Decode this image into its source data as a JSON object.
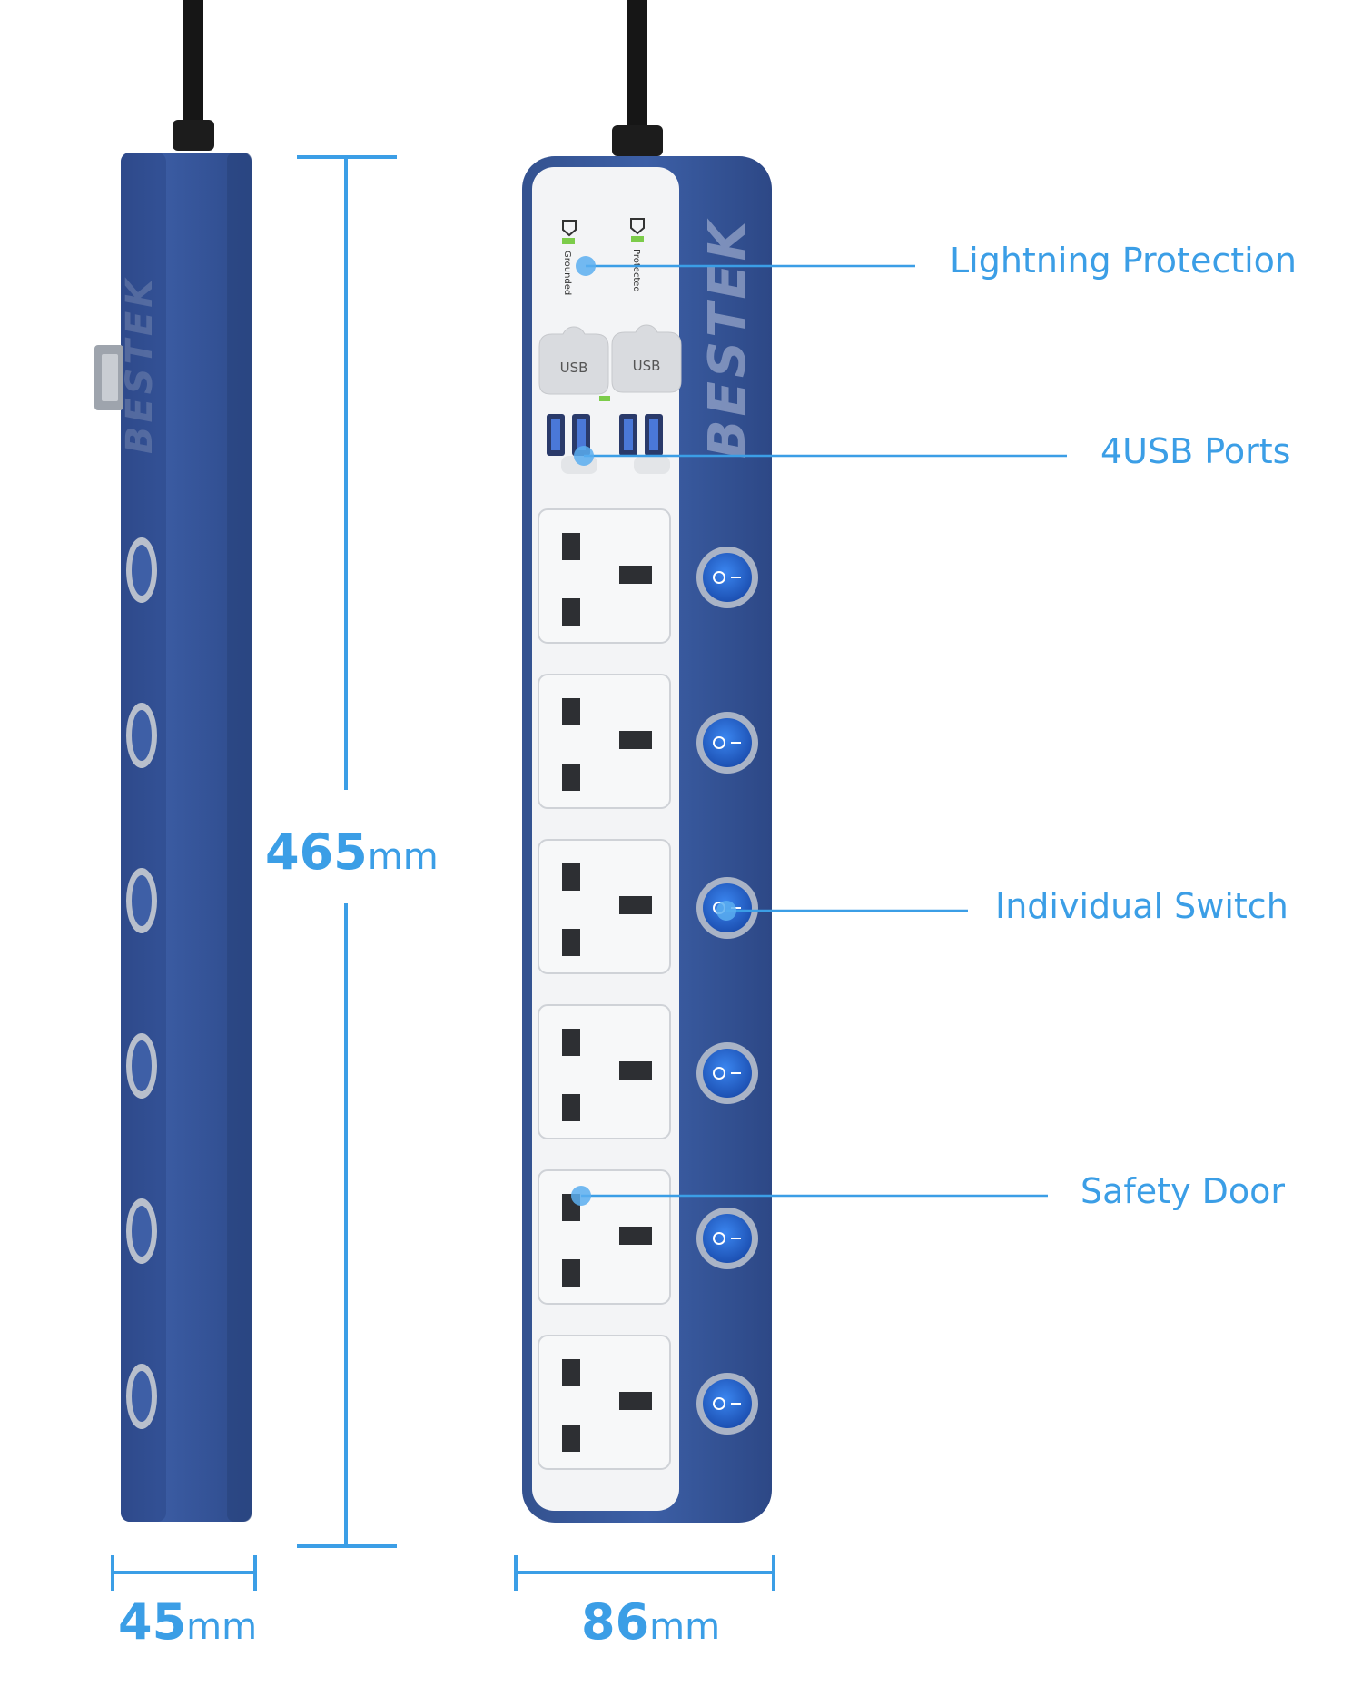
{
  "brand": "BESTEK",
  "colors": {
    "accent": "#3b9ee6",
    "body_blue": "#3a5a9e",
    "panel_white": "#f3f4f6",
    "switch_blue": "#1f5fd0",
    "cable": "#161616"
  },
  "indicators": {
    "grounded": "Grounded",
    "protected": "Protected"
  },
  "usb_label": "USB",
  "callouts": [
    {
      "id": "lightning",
      "text": "Lightning Protection"
    },
    {
      "id": "usb",
      "text": "4USB Ports"
    },
    {
      "id": "switch",
      "text": "Individual Switch"
    },
    {
      "id": "door",
      "text": "Safety Door"
    }
  ],
  "dimensions": {
    "height": {
      "value": "465",
      "unit": "mm"
    },
    "depth": {
      "value": "45",
      "unit": "mm"
    },
    "width": {
      "value": "86",
      "unit": "mm"
    }
  },
  "outlet_count": 6,
  "switch_count": 6
}
